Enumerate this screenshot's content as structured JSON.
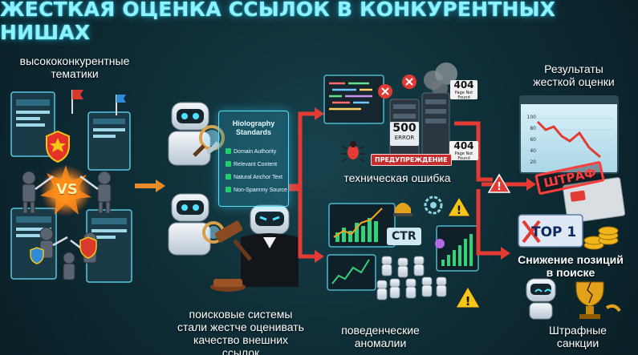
{
  "title": "ЖЕСТКАЯ ОЦЕНКА ССЫЛОК В КОНКУРЕНТНЫХ НИШАХ",
  "labels": {
    "competitive": [
      "высококонкурентные",
      "тематики"
    ],
    "search_engines": [
      "поисковые системы",
      "стали жестче оценивать",
      "качество внешних ссылок"
    ],
    "tech_error": "техническая ошибка",
    "behavior": [
      "поведенческие",
      "аномалии"
    ],
    "results": [
      "Результаты",
      "жесткой оценки"
    ],
    "ranking_drop": [
      "Снижение позиций",
      "в поиске"
    ],
    "sanctions": [
      "Штрафные",
      "санкции"
    ]
  },
  "standards": {
    "title": [
      "Hiolography",
      "Standards"
    ],
    "items": [
      "Domain Authority",
      "Relevant Content",
      "Natural Anchor Text",
      "Non-Spammy Source"
    ]
  },
  "vs": "VS",
  "errors": {
    "code_404": "404",
    "page_not_found": "Page Not Found",
    "code_500": "500",
    "error_word": "ERROR",
    "warning_badge": "ПРЕДУПРЕЖДЕНИЕ"
  },
  "ctr": "CTR",
  "penalty_stamp": "ШТРАФ",
  "top_rank": "TOP 1",
  "result_chart": {
    "y_ticks": [
      "100",
      "80",
      "60",
      "40",
      "20"
    ]
  },
  "colors": {
    "title_glow": "#8ef3ff",
    "arrow_red": "#e23b34",
    "accent_cyan": "#45d8f0",
    "warning_yellow": "#f5c518"
  }
}
